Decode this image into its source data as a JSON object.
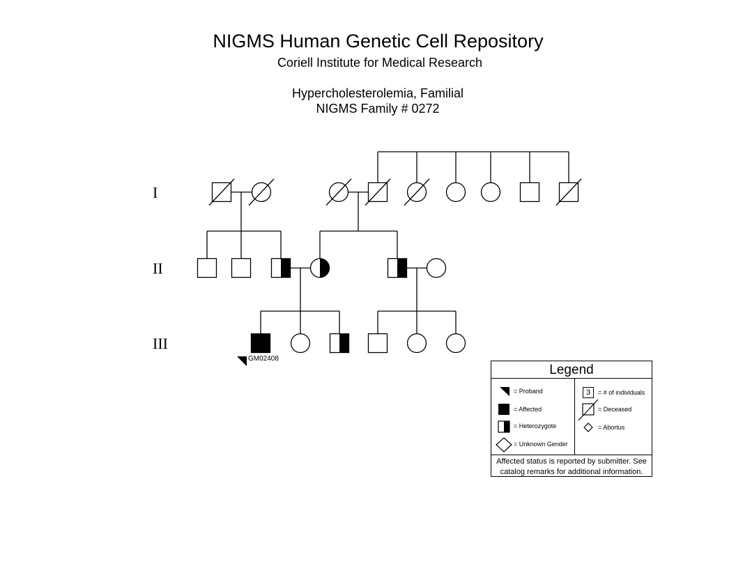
{
  "header": {
    "title": "NIGMS Human Genetic Cell Repository",
    "subtitle": "Coriell Institute for Medical Research",
    "disease": "Hypercholesterolemia, Familial",
    "family": "NIGMS Family # 0272"
  },
  "generations": [
    "I",
    "II",
    "III"
  ],
  "individuals": [
    {
      "id": "I-1",
      "sex": "male",
      "status": "deceased"
    },
    {
      "id": "I-2",
      "sex": "female",
      "status": "deceased"
    },
    {
      "id": "I-3",
      "sex": "female",
      "status": "deceased"
    },
    {
      "id": "I-4",
      "sex": "male",
      "status": "deceased"
    },
    {
      "id": "I-5",
      "sex": "female",
      "status": "deceased"
    },
    {
      "id": "I-6",
      "sex": "female",
      "status": "unaffected"
    },
    {
      "id": "I-7",
      "sex": "female",
      "status": "unaffected"
    },
    {
      "id": "I-8",
      "sex": "male",
      "status": "unaffected"
    },
    {
      "id": "I-9",
      "sex": "male",
      "status": "deceased"
    },
    {
      "id": "II-1",
      "sex": "male",
      "status": "unaffected"
    },
    {
      "id": "II-2",
      "sex": "male",
      "status": "unaffected"
    },
    {
      "id": "II-3",
      "sex": "male",
      "status": "heterozygote"
    },
    {
      "id": "II-4",
      "sex": "female",
      "status": "heterozygote"
    },
    {
      "id": "II-5",
      "sex": "male",
      "status": "heterozygote"
    },
    {
      "id": "II-6",
      "sex": "female",
      "status": "unaffected"
    },
    {
      "id": "III-1",
      "sex": "male",
      "status": "affected",
      "proband": true,
      "label": "GM02408"
    },
    {
      "id": "III-2",
      "sex": "female",
      "status": "unaffected"
    },
    {
      "id": "III-3",
      "sex": "male",
      "status": "heterozygote"
    },
    {
      "id": "III-4",
      "sex": "male",
      "status": "unaffected"
    },
    {
      "id": "III-5",
      "sex": "female",
      "status": "unaffected"
    },
    {
      "id": "III-6",
      "sex": "female",
      "status": "unaffected"
    }
  ],
  "legend": {
    "title": "Legend",
    "proband": "= Proband",
    "affected": "= Affected",
    "heterozygote": "= Heterozygote",
    "unknown_gender": "= Unknown Gender",
    "count_value": "3",
    "count_label": "= # of individuals",
    "deceased": "= Deceased",
    "abortus": "= Abortus",
    "note_line1": "Affected status is reported by submitter. See",
    "note_line2": "catalog remarks for additional information."
  }
}
